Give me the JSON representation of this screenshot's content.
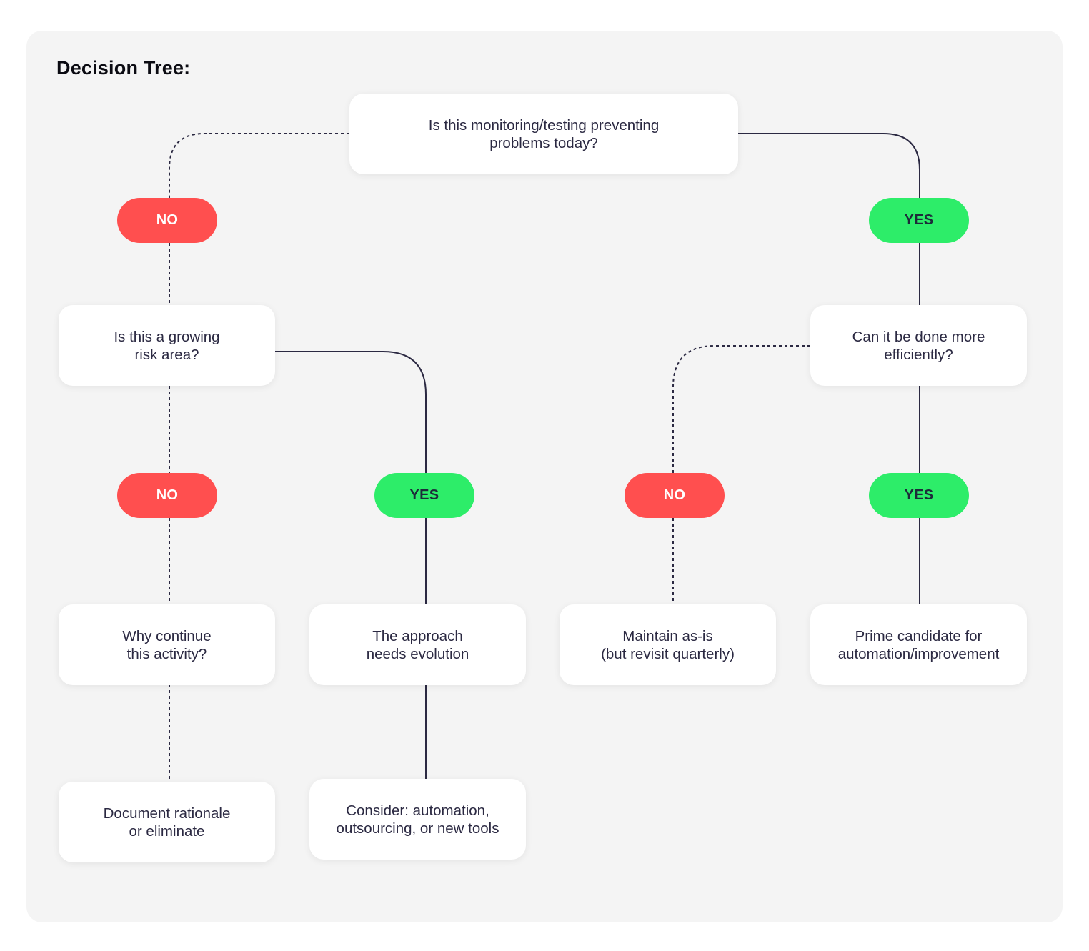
{
  "title": "Decision Tree:",
  "colors": {
    "panel_bg": "#f4f4f4",
    "node_bg": "#ffffff",
    "node_text": "#2b2942",
    "connector": "#2b2942",
    "no_pill": "#ff4f4f",
    "yes_pill": "#2ded69"
  },
  "nodes": {
    "root": "Is this monitoring/testing preventing\nproblems today?",
    "growing_risk": "Is this a growing\nrisk area?",
    "efficiency": "Can it be done more\nefficiently?",
    "why_continue": "Why continue\nthis activity?",
    "approach_evolution": "The approach\nneeds evolution",
    "maintain": "Maintain as-is\n(but revisit quarterly)",
    "prime_candidate": "Prime candidate for\nautomation/improvement",
    "document_rationale": "Document rationale\nor eliminate",
    "consider_options": "Consider: automation,\noutsourcing, or new tools"
  },
  "pills": {
    "root_no": "NO",
    "root_yes": "YES",
    "risk_no": "NO",
    "risk_yes": "YES",
    "efficiency_no": "NO",
    "efficiency_yes": "YES"
  }
}
